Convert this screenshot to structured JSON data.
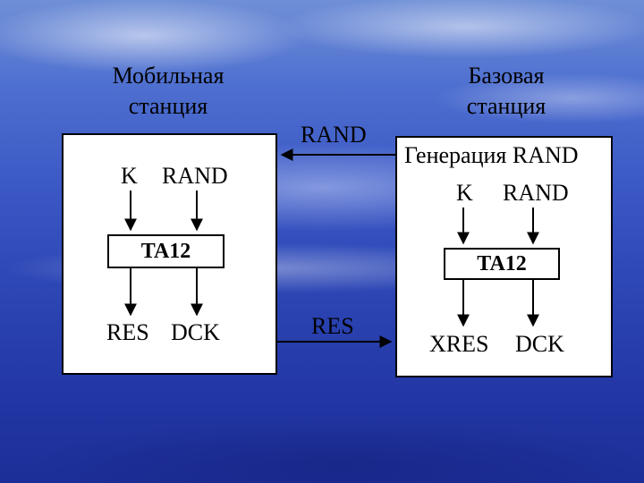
{
  "mobile": {
    "title_line1": "Мобильная",
    "title_line2": "станция",
    "input_k": "K",
    "input_rand": "RAND",
    "algorithm": "TA12",
    "output_res": "RES",
    "output_dck": "DCK"
  },
  "base": {
    "title_line1": "Базовая",
    "title_line2": "станция",
    "generation": "Генерация RAND",
    "input_k": "K",
    "input_rand": "RAND",
    "algorithm": "TA12",
    "output_xres": "XRES",
    "output_dck": "DCK"
  },
  "links": {
    "rand_label": "RAND",
    "res_label": "RES"
  }
}
